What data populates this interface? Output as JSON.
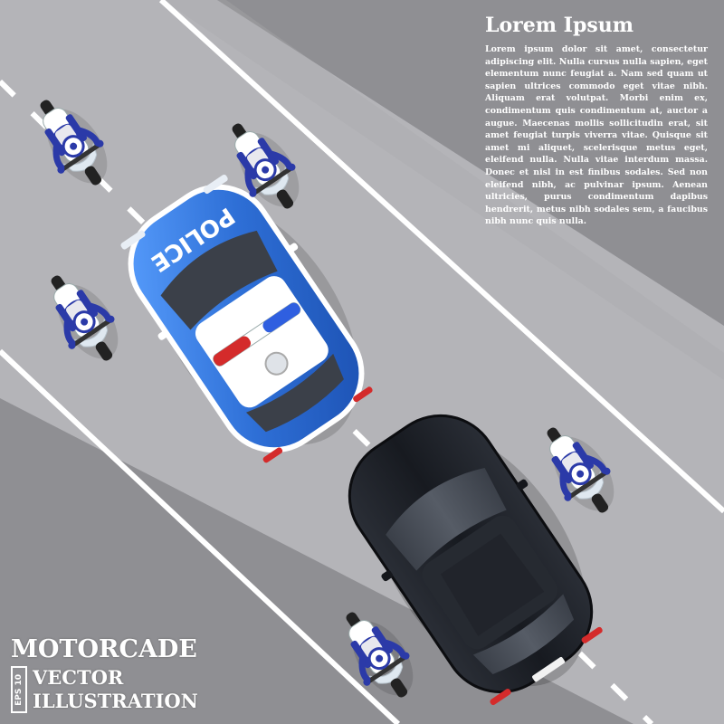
{
  "text_block": {
    "title": "Lorem Ipsum",
    "body": "Lorem ipsum dolor sit amet, consectetur adipiscing elit. Nulla cursus nulla sapien, eget elementum nunc feugiat a. Nam sed quam ut sapien ultrices commodo eget vitae nibh. Aliquam erat volutpat. Morbi enim ex, condimentum quis condimentum at, auctor a augue. Maecenas mollis sollicitudin erat, sit amet feugiat turpis viverra vitae. Quisque sit amet mi aliquet, scelerisque metus eget, eleifend nulla. Nulla vitae interdum massa. Donec et nisl in est finibus sodales. Sed non eleifend nibh, ac pulvinar ipsum. Aenean ultricies, purus condimentum dapibus hendrerit, metus nibh sodales sem, a faucibus nibh nunc quis nulla."
  },
  "caption": {
    "line1": "MOTORCADE",
    "line2": "VECTOR",
    "line3": "ILLUSTRATION",
    "badge": "EPS 10"
  },
  "vehicles": {
    "police_label": "POLICE"
  },
  "colors": {
    "background": "#8f8f93",
    "road": "#b8b8bc",
    "lane_line": "#ffffff",
    "police_blue": "#2f6fd0",
    "sedan_black": "#1e2128",
    "rider_blue": "#2b3aa8"
  }
}
